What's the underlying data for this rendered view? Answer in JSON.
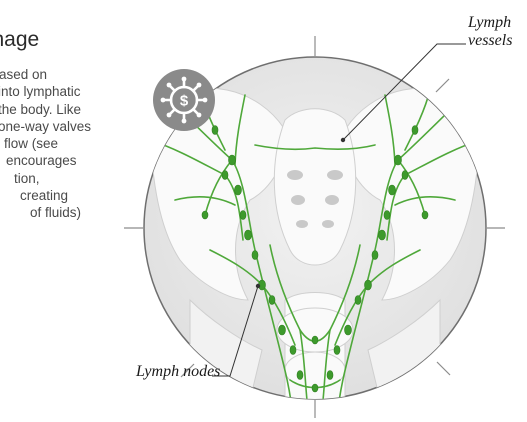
{
  "heading": "Drainage",
  "body_lines": [
    "Based on",
    "into lymphatic",
    "the body. Like",
    "one-way valves",
    "flow (see",
    "encourages",
    "tion,",
    "creating",
    "of fluids)"
  ],
  "labels": {
    "vessels_line1": "Lymph",
    "vessels_line2": "vessels",
    "nodes": "Lymph nodes"
  },
  "icon": "dollar-virus-icon",
  "colors": {
    "lymph_green": "#4fa83a",
    "node_green": "#3d9a2c",
    "circle_bg": "#e9e9e9",
    "bone": "#f7f7f7",
    "icon_bg": "#8a8a8a"
  }
}
